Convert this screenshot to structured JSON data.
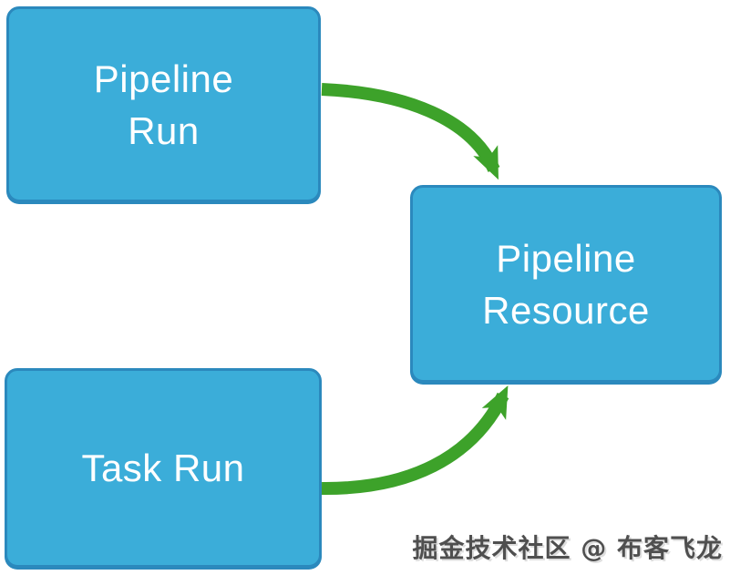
{
  "diagram": {
    "type": "flowchart",
    "nodes": [
      {
        "id": "pipeline-run",
        "lines": [
          "Pipeline",
          "Run"
        ]
      },
      {
        "id": "pipeline-resource",
        "lines": [
          "Pipeline",
          "Resource"
        ]
      },
      {
        "id": "task-run",
        "lines": [
          "Task Run"
        ]
      }
    ],
    "edges": [
      {
        "from": "pipeline-run",
        "to": "pipeline-resource",
        "style": "curved-green-arrow"
      },
      {
        "from": "task-run",
        "to": "pipeline-resource",
        "style": "curved-green-arrow"
      }
    ],
    "colors": {
      "background": "#ffffff",
      "node_fill": "#3badd9",
      "node_border": "#2b89bd",
      "node_text": "#ffffff",
      "arrow": "#3da22a",
      "watermark_text": "#4f4f4f"
    }
  },
  "watermark": {
    "text": "掘金技术社区 @ 布客飞龙"
  }
}
